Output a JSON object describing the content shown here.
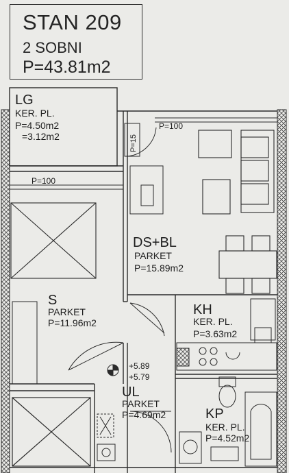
{
  "header": {
    "apartment": "STAN 209",
    "rooms": "2 SOBNI",
    "area": "P=43.81m2"
  },
  "rooms": {
    "lg": {
      "code": "LG",
      "floor": "KER. PL.",
      "area": "P=4.50m2",
      "area_reduced": "=3.12m2"
    },
    "living": {
      "code": "DS+BL",
      "floor": "PARKET",
      "area": "P=15.89m2"
    },
    "bedroom": {
      "code": "S",
      "floor": "PARKET",
      "area": "P=11.96m2"
    },
    "kitchen": {
      "code": "KH",
      "floor": "KER. PL.",
      "area": "P=3.63m2"
    },
    "hall": {
      "code": "UL",
      "floor": "PARKET",
      "area": "P=4.69m2"
    },
    "bath": {
      "code": "KP",
      "floor": "KER. PL.",
      "area": "P=4.52m2"
    }
  },
  "openings": {
    "living_window": "P=100",
    "bedroom_window": "P=100",
    "door": "P=15"
  },
  "levels": {
    "upper": "+5.89",
    "lower": "+5.79"
  }
}
